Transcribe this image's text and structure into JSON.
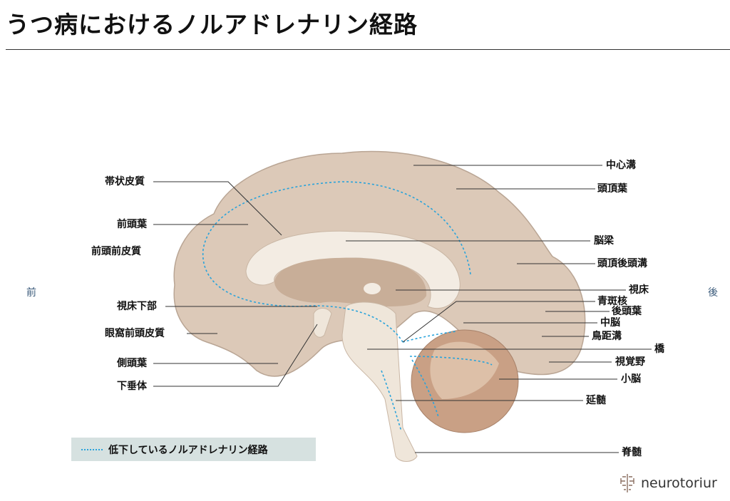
{
  "title": "うつ病におけるノルアドレナリン経路",
  "directions": {
    "front": "前",
    "back": "後"
  },
  "labels_left": {
    "cingulate": "帯状皮質",
    "frontal_lobe": "前頭葉",
    "prefrontal": "前頭前皮質",
    "hypothalamus": "視床下部",
    "orbitofrontal": "眼窩前頭皮質",
    "temporal_lobe": "側頭葉",
    "pituitary": "下垂体"
  },
  "labels_right": {
    "central_sulcus": "中心溝",
    "parietal_lobe": "頭頂葉",
    "corpus_callosum": "脳梁",
    "parieto_occipital_sulcus": "頭頂後頭溝",
    "thalamus": "視床",
    "locus_coeruleus": "青斑核",
    "occipital_lobe": "後頭葉",
    "midbrain": "中脳",
    "calcarine_sulcus": "鳥距溝",
    "pons": "橋",
    "visual_cortex": "視覚野",
    "cerebellum": "小脳",
    "medulla": "延髄",
    "spinal_cord": "脊髄"
  },
  "legend": {
    "label": "低下しているノルアドレナリン経路"
  },
  "logo": {
    "text": "neurotoriur"
  },
  "colors": {
    "pathway": "#29a3db",
    "cortex": "#dcc9b8",
    "cerebellum": "#c9a085",
    "legend_bg": "#d6e1e0"
  }
}
